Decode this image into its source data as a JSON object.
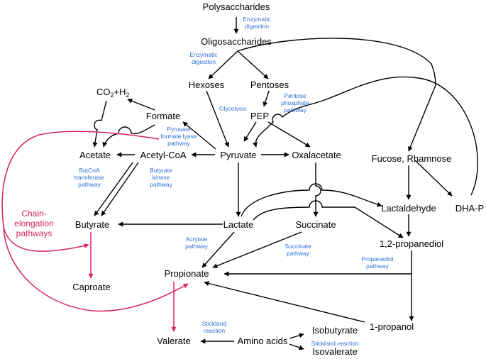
{
  "colors": {
    "black": "#000000",
    "blue": "#2f6fd6",
    "magenta": "#d6245c"
  },
  "nodes": {
    "polysaccharides": "Polysaccharides",
    "oligosaccharides": "Oligosaccharides",
    "hexoses": "Hexoses",
    "pentoses": "Pentoses",
    "co2": "CO",
    "co2_sub": "2",
    "h2": "+H",
    "h2_sub": "2",
    "formate": "Formate",
    "pep": "PEP",
    "acetate": "Acetate",
    "acetyl_coa": "Acetyl-CoA",
    "pyruvate": "Pyruvate",
    "oxalacetate": "Oxalacetate",
    "fucose_rhamnose": "Fucose, Rhamnose",
    "butyrate": "Butyrate",
    "lactate": "Lactate",
    "succinate": "Succinate",
    "lactaldehyde": "Lactaldehyde",
    "dha_p": "DHA-P",
    "propanediol": "1,2-propanediol",
    "caproate": "Caproate",
    "propionate": "Propionate",
    "propanol": "1-propanol",
    "valerate": "Valerate",
    "amino_acids": "Amino acids",
    "isobutyrate": "Isobutyrate",
    "isovalerate": "Isovalerate"
  },
  "labels": {
    "enzymatic_1": [
      "Enzymatic",
      "digestion"
    ],
    "enzymatic_2": [
      "Enzymatic",
      "digestion"
    ],
    "glycolysis": [
      "Glycolysis"
    ],
    "ppp": [
      "Pentose",
      "phosphate",
      "pathway"
    ],
    "pfl": [
      "Pyruvate",
      "formate lyase",
      "pathway"
    ],
    "butcoa": [
      "ButCoA",
      "transferase",
      "pathway"
    ],
    "butkinase": [
      "Butyrate",
      "kinase",
      "pathway"
    ],
    "acrylate": [
      "Acrylate",
      "pathway"
    ],
    "succinate_pw": [
      "Succinate",
      "pathway"
    ],
    "propanediol_pw": [
      "Propanediol",
      "pathway"
    ],
    "stickland_1": [
      "Stickland",
      "reaction"
    ],
    "stickland_2": [
      "Stickland reaction"
    ]
  },
  "chain_label": [
    "Chain-",
    "elongation",
    "pathways"
  ]
}
